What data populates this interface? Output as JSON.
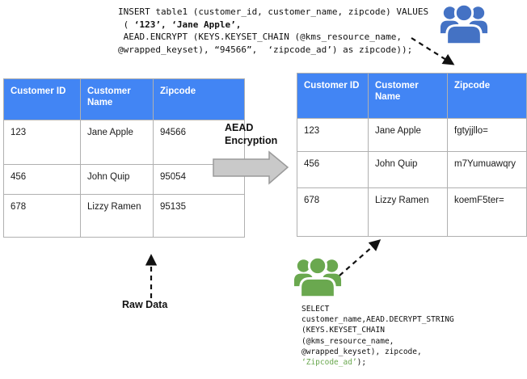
{
  "colors": {
    "header_blue": "#4285f4",
    "icon_blue": "#4472c4",
    "icon_green": "#6aa84f",
    "code_green": "#6aa84f",
    "arrow_gray": "#c9c9c9",
    "arrow_gray_border": "#9a9a9a"
  },
  "top_code": {
    "lines": [
      {
        "segments": [
          {
            "text": "INSERT table1 (customer_id, customer_name, zipcode) VALUES"
          }
        ]
      },
      {
        "segments": [
          {
            "text": " ( "
          },
          {
            "text": "‘123’, ‘Jane Apple’,",
            "bold": true
          }
        ]
      },
      {
        "segments": [
          {
            "text": " AEAD.ENCRYPT (KEYS.KEYSET_CHAIN (@kms_resource_name,"
          }
        ]
      },
      {
        "segments": [
          {
            "text": "@wrapped_keyset), “94566”,  ‘zipcode_ad’) as zipcode));"
          }
        ]
      }
    ]
  },
  "bottom_code": {
    "lines": [
      {
        "segments": [
          {
            "text": "SELECT"
          }
        ]
      },
      {
        "segments": [
          {
            "text": "customer_name,AEAD.DECRYPT_STRING"
          }
        ]
      },
      {
        "segments": [
          {
            "text": "(KEYS.KEYSET_CHAIN"
          }
        ]
      },
      {
        "segments": [
          {
            "text": "(@kms_resource_name,"
          }
        ]
      },
      {
        "segments": [
          {
            "text": "@wrapped_keyset), zipcode,"
          }
        ]
      },
      {
        "segments": [
          {
            "text": "‘Zipcode_ad’",
            "color": "code_green"
          },
          {
            "text": ");"
          }
        ]
      }
    ]
  },
  "labels": {
    "aead_encryption": "AEAD\nEncryption",
    "raw_data": "Raw Data"
  },
  "tables": {
    "left": {
      "headers": [
        "Customer ID",
        "Customer Name",
        "Zipcode"
      ],
      "rows": [
        [
          "123",
          "Jane Apple",
          "94566"
        ],
        [
          "456",
          "John Quip",
          "95054"
        ],
        [
          "678",
          "Lizzy Ramen",
          "95135"
        ]
      ]
    },
    "right": {
      "headers": [
        "Customer ID",
        "Customer Name",
        "Zipcode"
      ],
      "rows": [
        [
          "123",
          "Jane Apple",
          "fgtyjjllo="
        ],
        [
          "456",
          "John Quip",
          "m7Yumuawqry"
        ],
        [
          "678",
          "Lizzy Ramen",
          "koemF5ter="
        ]
      ]
    }
  },
  "icons": {
    "top_right": "users-group-icon",
    "bottom_middle": "users-group-icon"
  }
}
